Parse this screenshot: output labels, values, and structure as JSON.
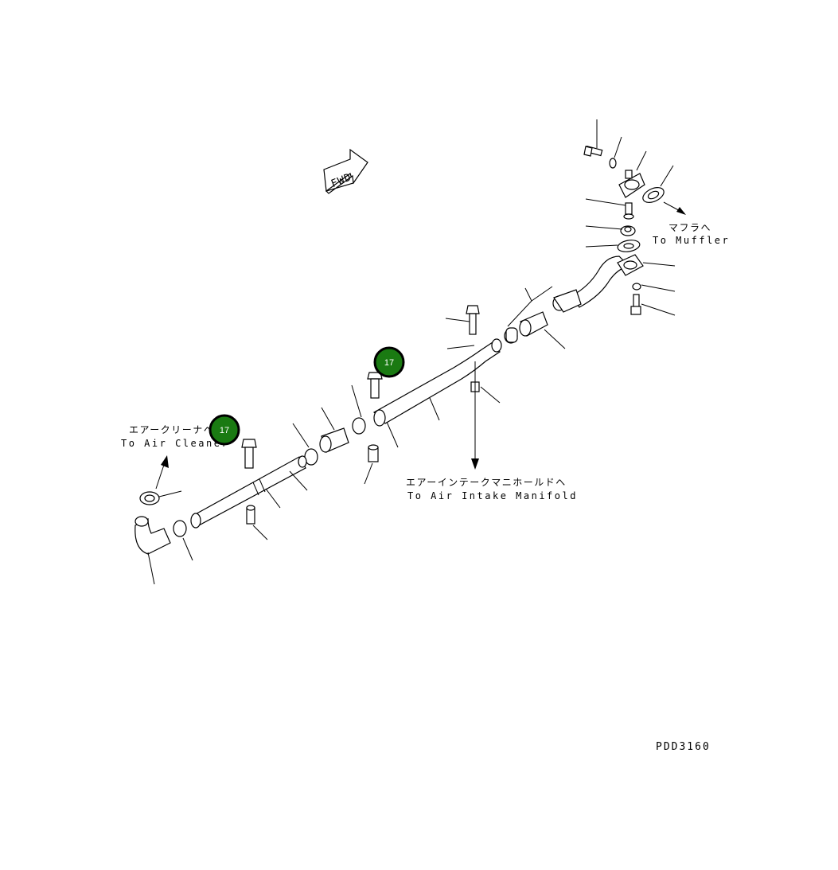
{
  "labels": {
    "air_cleaner_jp": "エアークリーナへ",
    "air_cleaner_en": "To Air Cleaner",
    "muffler_jp": "マフラへ",
    "muffler_en": "To Muffler",
    "intake_jp": "エアーインテークマニホールドへ",
    "intake_en": "To Air Intake Manifold",
    "fwd": "FWD",
    "drawing_code": "PDD3160"
  },
  "badges": [
    "17",
    "17"
  ],
  "colors": {
    "badge_fill": "#1a7a12",
    "line": "#000000",
    "background": "#ffffff"
  }
}
